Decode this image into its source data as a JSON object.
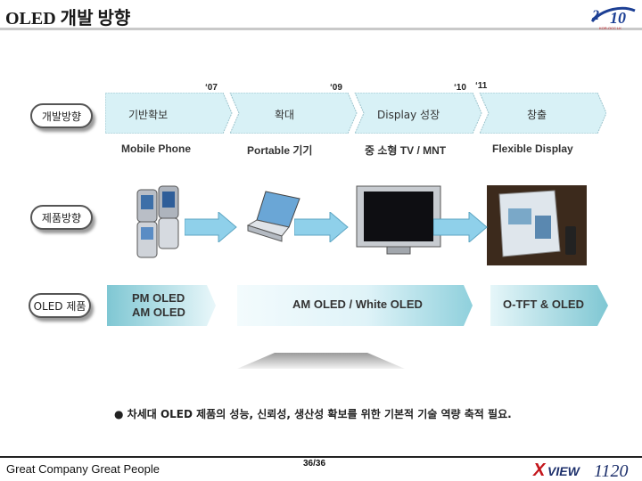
{
  "header": {
    "title": "OLED 개발 방향",
    "logo_number": "10",
    "logo_caption": "KOR-OCC LK"
  },
  "timeline": {
    "years": [
      "‘07",
      "‘09",
      "‘10",
      "‘11"
    ],
    "stages": [
      "기반확보",
      "확대",
      "Display 성장",
      "창출"
    ],
    "directions": [
      "Mobile Phone",
      "Portable 기기",
      "중 소형 TV / MNT",
      "Flexible Display"
    ]
  },
  "row_labels": {
    "development": "개발방향",
    "product": "제품방향",
    "oled": "OLED 제품"
  },
  "products": {
    "images": [
      "flip-phone-image",
      "laptop-image",
      "lcd-tv-image",
      "flexible-display-demo-image"
    ]
  },
  "oled_products": {
    "first_line1": "PM OLED",
    "first_line2": "AM OLED",
    "second": "AM OLED / White OLED",
    "third": "O-TFT & OLED"
  },
  "note": "● 차세대 OLED 제품의 성능, 신뢰성, 생산성 확보를 위한 기본적 기술 역량 축적 필요.",
  "footer": {
    "slogan": "Great Company Great People",
    "page": "36/36",
    "brand_x": "X",
    "brand_view": "VIEW",
    "brand_number": "1120"
  },
  "colors": {
    "stage_fill": "#d8f1f6",
    "arrow_fill": "#8fd0ea",
    "brand_red": "#c4161c",
    "brand_navy": "#1c2f6b"
  }
}
